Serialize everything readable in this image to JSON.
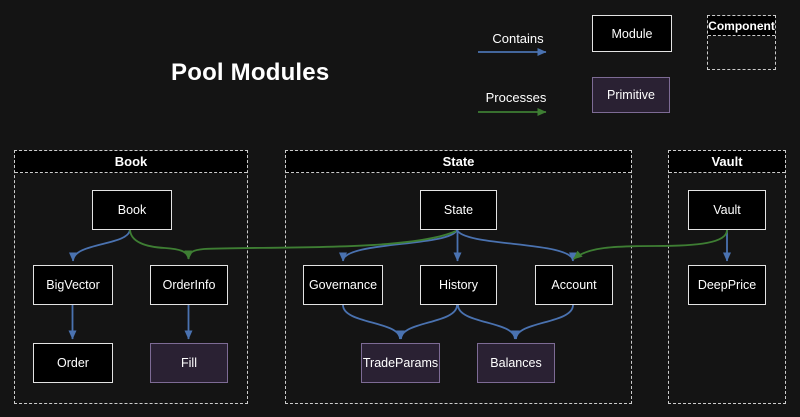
{
  "title": "Pool Modules",
  "legend": {
    "contains_label": "Contains",
    "processes_label": "Processes",
    "module_label": "Module",
    "primitive_label": "Primitive",
    "component_label": "Component"
  },
  "containers": {
    "book": {
      "label": "Book"
    },
    "state": {
      "label": "State"
    },
    "vault": {
      "label": "Vault"
    }
  },
  "nodes": {
    "book": {
      "label": "Book",
      "type": "module"
    },
    "bigvector": {
      "label": "BigVector",
      "type": "module"
    },
    "orderinfo": {
      "label": "OrderInfo",
      "type": "module"
    },
    "order": {
      "label": "Order",
      "type": "module"
    },
    "fill": {
      "label": "Fill",
      "type": "primitive"
    },
    "state": {
      "label": "State",
      "type": "module"
    },
    "governance": {
      "label": "Governance",
      "type": "module"
    },
    "history": {
      "label": "History",
      "type": "module"
    },
    "account": {
      "label": "Account",
      "type": "module"
    },
    "tradeparams": {
      "label": "TradeParams",
      "type": "primitive"
    },
    "balances": {
      "label": "Balances",
      "type": "primitive"
    },
    "vault": {
      "label": "Vault",
      "type": "module"
    },
    "deepprice": {
      "label": "DeepPrice",
      "type": "module"
    }
  },
  "edges": [
    {
      "from": "book",
      "to": "bigvector",
      "type": "contains"
    },
    {
      "from": "book",
      "to": "orderinfo",
      "type": "processes"
    },
    {
      "from": "bigvector",
      "to": "order",
      "type": "contains"
    },
    {
      "from": "orderinfo",
      "to": "fill",
      "type": "contains"
    },
    {
      "from": "state",
      "to": "governance",
      "type": "contains"
    },
    {
      "from": "state",
      "to": "history",
      "type": "contains"
    },
    {
      "from": "state",
      "to": "account",
      "type": "contains"
    },
    {
      "from": "state",
      "to": "orderinfo",
      "type": "processes"
    },
    {
      "from": "governance",
      "to": "tradeparams",
      "type": "contains"
    },
    {
      "from": "history",
      "to": "tradeparams",
      "type": "contains"
    },
    {
      "from": "history",
      "to": "balances",
      "type": "contains"
    },
    {
      "from": "account",
      "to": "balances",
      "type": "contains"
    },
    {
      "from": "vault",
      "to": "deepprice",
      "type": "contains"
    },
    {
      "from": "vault",
      "to": "account",
      "type": "processes"
    }
  ],
  "colors": {
    "contains_blue": "#4a72b0",
    "processes_green": "#3e7e33",
    "node_border": "#e3e3e3",
    "node_fill": "#000000",
    "primitive_fill": "#2a2133",
    "primitive_border": "#7d6b95",
    "container_dash": "#cccccc",
    "background": "#141414",
    "text": "#ffffff"
  }
}
